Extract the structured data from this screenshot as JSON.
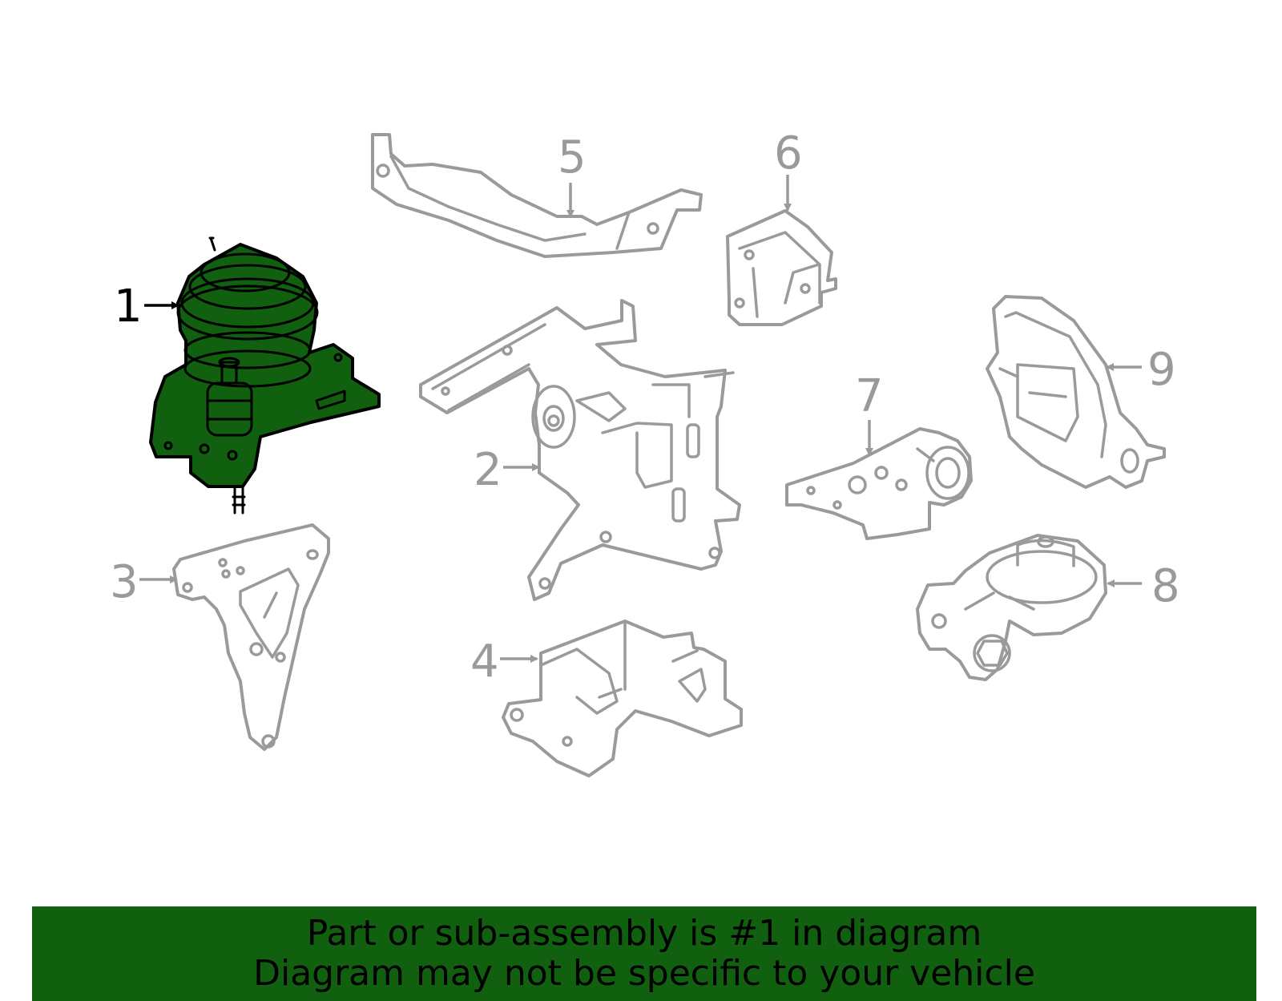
{
  "colors": {
    "highlight_fill": "#106010",
    "highlight_stroke": "#000000",
    "part_stroke": "#9a9a9a",
    "banner_bg": "#106010",
    "banner_text": "#000000"
  },
  "callouts": [
    {
      "id": "1",
      "label": "1",
      "highlighted": true
    },
    {
      "id": "2",
      "label": "2",
      "highlighted": false
    },
    {
      "id": "3",
      "label": "3",
      "highlighted": false
    },
    {
      "id": "4",
      "label": "4",
      "highlighted": false
    },
    {
      "id": "5",
      "label": "5",
      "highlighted": false
    },
    {
      "id": "6",
      "label": "6",
      "highlighted": false
    },
    {
      "id": "7",
      "label": "7",
      "highlighted": false
    },
    {
      "id": "8",
      "label": "8",
      "highlighted": false
    },
    {
      "id": "9",
      "label": "9",
      "highlighted": false
    }
  ],
  "banner": {
    "line1": "Part or sub-assembly is #1 in diagram",
    "line2": "Diagram may not be specific to your vehicle"
  }
}
